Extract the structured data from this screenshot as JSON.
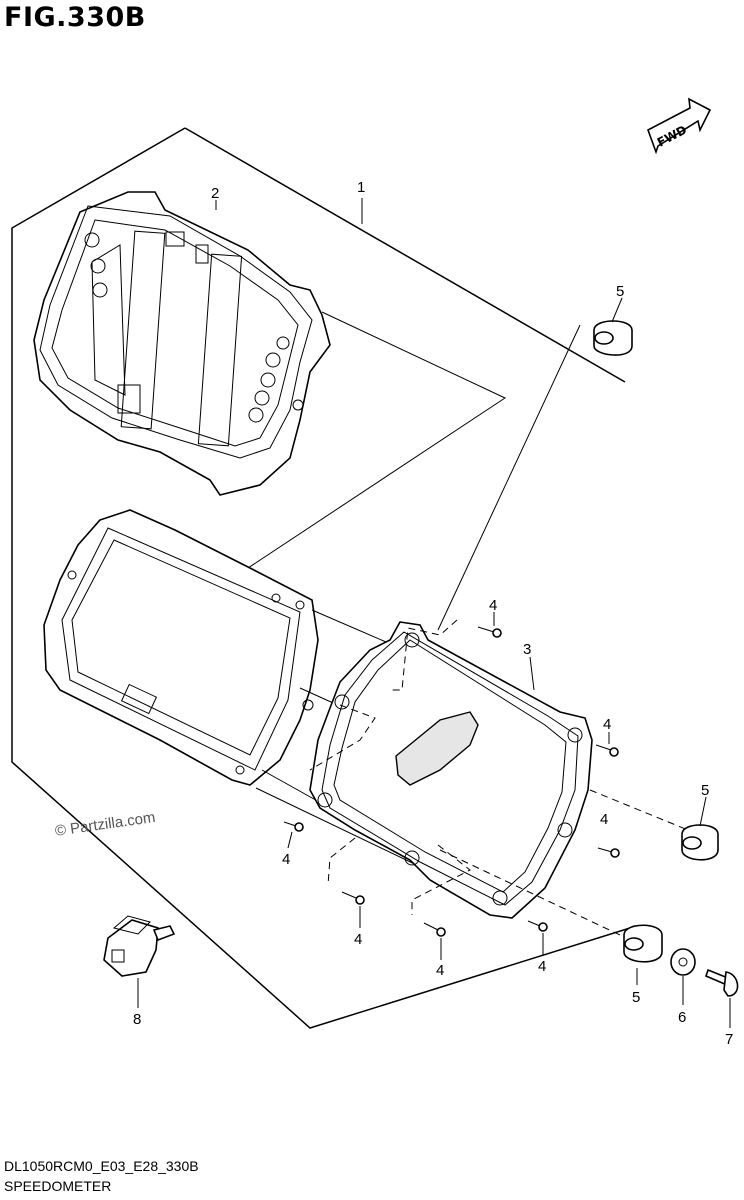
{
  "figure": {
    "title": "FIG.330B",
    "code": "DL1050RCM0_E03_E28_330B",
    "name": "SPEEDOMETER",
    "watermark": "© Partzilla.com",
    "fwd_label": "FWD"
  },
  "callouts": {
    "c1": "1",
    "c2": "2",
    "c3": "3",
    "c4a": "4",
    "c4b": "4",
    "c4c": "4",
    "c4d": "4",
    "c4e": "4",
    "c4f": "4",
    "c4g": "4",
    "c5a": "5",
    "c5b": "5",
    "c5c": "5",
    "c6": "6",
    "c7": "7",
    "c8": "8"
  }
}
